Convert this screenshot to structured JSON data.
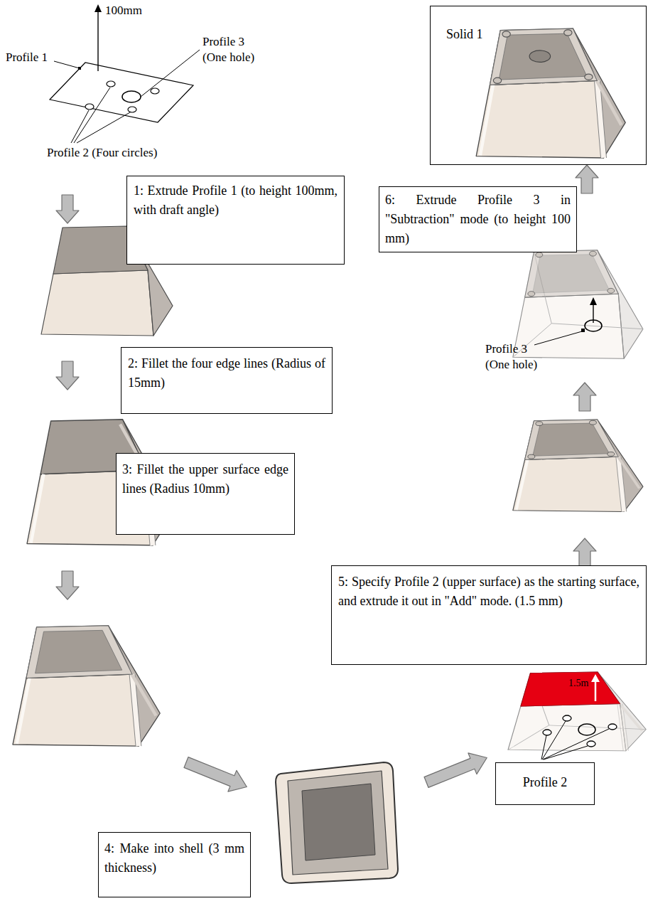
{
  "diagram": {
    "nodes": [
      {
        "text": [
          "Solid 1"
        ]
      },
      {
        "text": [
          "1: Extrude Profile 1 (to height 100mm, with draft angle)"
        ]
      },
      {
        "text": [
          "6: Extrude Profile 3 in \"Subtraction\" mode (to height 100 mm)"
        ]
      },
      {
        "text": [
          "2: Fillet the four edge lines (Radius of 15mm)"
        ]
      },
      {
        "text": [
          "3: Fillet the upper surface edge lines (Radius 10mm)"
        ]
      },
      {
        "text": [
          "5: Specify Profile 2 (upper surface) as the starting surface, and extrude it out in \"Add\" mode. (1.5 mm)"
        ]
      },
      {
        "text": [
          "Profile 2"
        ]
      },
      {
        "text": [
          "4: Make into shell (3 mm thickness)"
        ]
      }
    ],
    "labels": [
      "100mm",
      "Profile 3 (One hole)",
      "Profile 1",
      "Profile 2 (Four circles)",
      "Profile 3 (One hole)",
      "1.5m"
    ]
  }
}
